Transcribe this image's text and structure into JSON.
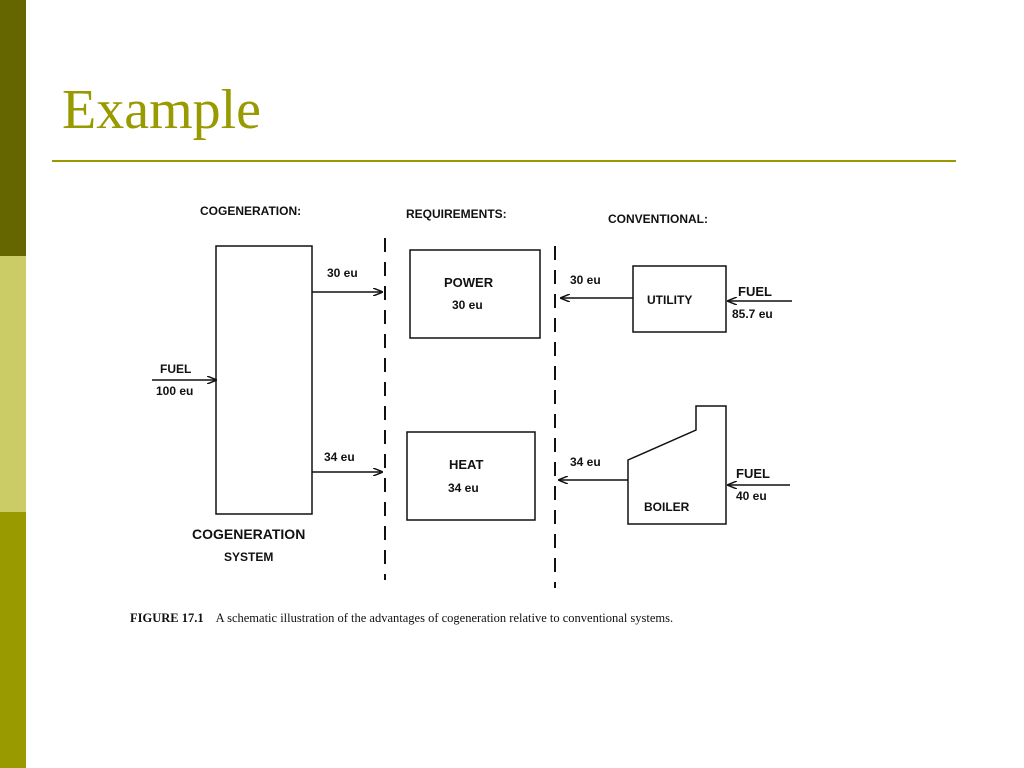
{
  "slide": {
    "title": "Example",
    "colors": {
      "accent": "#999900",
      "bar_dark": "#666600",
      "bar_light": "#cccc66"
    }
  },
  "figure": {
    "headers": {
      "cogeneration": "COGENERATION:",
      "requirements": "REQUIREMENTS:",
      "conventional": "CONVENTIONAL:"
    },
    "cogen": {
      "fuel_label": "FUEL",
      "fuel_value": "100 eu",
      "power_out": "30 eu",
      "heat_out": "34 eu",
      "system_line1": "COGENERATION",
      "system_line2": "SYSTEM"
    },
    "requirements": {
      "power_label": "POWER",
      "power_value": "30 eu",
      "heat_label": "HEAT",
      "heat_value": "34 eu"
    },
    "conventional": {
      "utility_label": "UTILITY",
      "utility_out": "30 eu",
      "utility_fuel_label": "FUEL",
      "utility_fuel_value": "85.7 eu",
      "boiler_label": "BOILER",
      "boiler_out": "34 eu",
      "boiler_fuel_label": "FUEL",
      "boiler_fuel_value": "40 eu"
    },
    "caption": {
      "number": "FIGURE 17.1",
      "text": "A schematic illustration of the advantages of cogeneration relative to conventional systems."
    }
  }
}
